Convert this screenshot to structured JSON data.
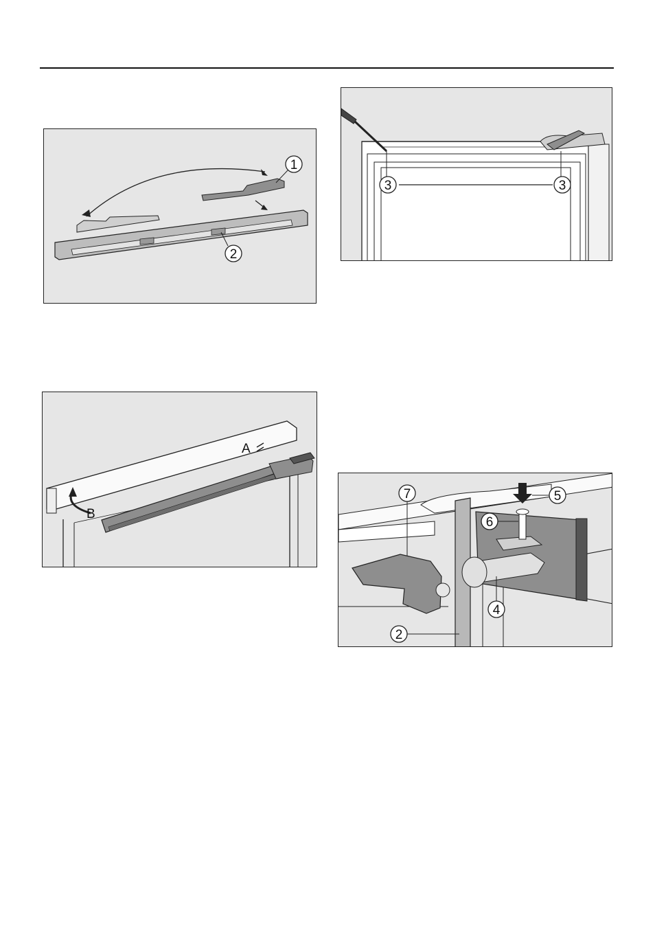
{
  "figures": {
    "fig1": {
      "callouts": [
        "1",
        "2"
      ]
    },
    "fig2": {
      "callouts": [
        "3",
        "3"
      ]
    },
    "fig3": {
      "callouts": [
        "A",
        "B"
      ]
    },
    "fig4": {
      "callouts": [
        "7",
        "5",
        "6",
        "4",
        "2"
      ]
    }
  },
  "colors": {
    "panel": "#e6e6e6",
    "part_dark": "#8e8e8e",
    "part_light": "#d0d0d0",
    "line": "#222222"
  }
}
